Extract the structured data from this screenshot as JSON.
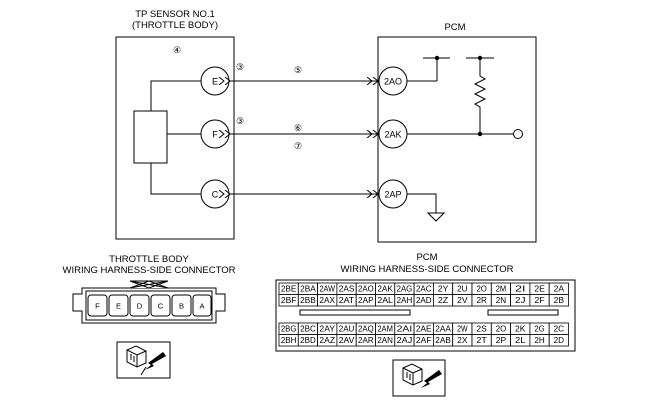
{
  "tp_sensor": {
    "title_line1": "TP SENSOR NO.1",
    "title_line2": "(THROTTLE BODY)",
    "marker": "④",
    "pins": [
      "E",
      "F",
      "C"
    ],
    "marker_e": "③",
    "marker_f": "③"
  },
  "pcm": {
    "title": "PCM",
    "pins": [
      "2AO",
      "2AK",
      "2AP"
    ]
  },
  "wires": {
    "m1": "⑤",
    "m2": "⑥",
    "m3": "⑦"
  },
  "throttle_connector": {
    "title_line1": "THROTTLE BODY",
    "title_line2": "WIRING HARNESS-SIDE CONNECTOR",
    "cavities": [
      "F",
      "E",
      "D",
      "C",
      "B",
      "A"
    ]
  },
  "pcm_connector": {
    "title_line1": "PCM",
    "title_line2": "WIRING HARNESS-SIDE CONNECTOR",
    "upper_rows": [
      [
        "2BE",
        "2BA",
        "2AW",
        "2AS",
        "2AO",
        "2AK",
        "2AG",
        "2AC",
        "2Y",
        "2U",
        "2O",
        "2M",
        "2I",
        "2E",
        "2A"
      ],
      [
        "2BF",
        "2BB",
        "2AX",
        "2AT",
        "2AP",
        "2AL",
        "2AH",
        "2AD",
        "2Z",
        "2V",
        "2R",
        "2N",
        "2J",
        "2F",
        "2B"
      ]
    ],
    "lower_rows": [
      [
        "2BG",
        "2BC",
        "2AY",
        "2AU",
        "2AQ",
        "2AM",
        "2AI",
        "2AE",
        "2AA",
        "2W",
        "2S",
        "2O",
        "2K",
        "2G",
        "2C"
      ],
      [
        "2BH",
        "2BD",
        "2AZ",
        "2AV",
        "2AR",
        "2AN",
        "2AJ",
        "2AF",
        "2AB",
        "2X",
        "2T",
        "2P",
        "2L",
        "2H",
        "2D"
      ]
    ]
  }
}
